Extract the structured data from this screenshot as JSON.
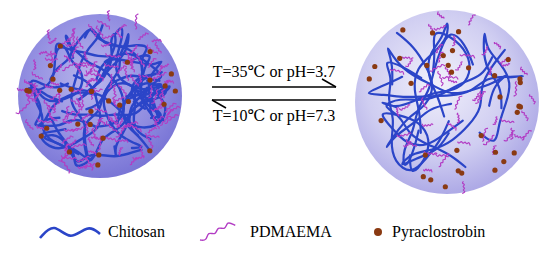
{
  "diagram": {
    "labels": [
      "T=35℃ or pH=3.7",
      "T=10℃ or pH=7.3"
    ],
    "legend": [
      {
        "text": "Chitosan"
      },
      {
        "text": "PDMAEMA"
      },
      {
        "text": "Pyraclostrobin"
      }
    ]
  }
}
